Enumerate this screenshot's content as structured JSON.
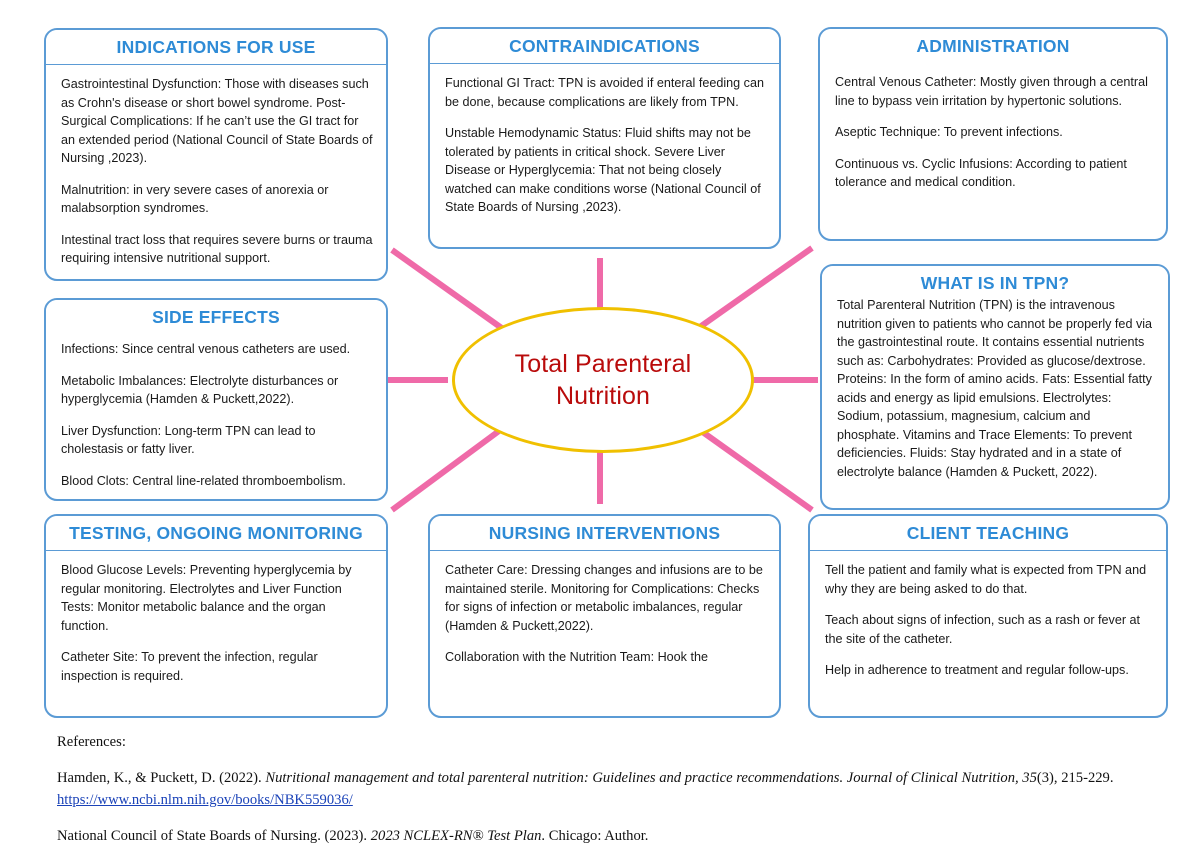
{
  "center": {
    "label": "Total Parenteral Nutrition",
    "border_color": "#f0c000",
    "text_color": "#b90b0b"
  },
  "theme": {
    "box_border_color": "#5b9bd5",
    "box_title_color": "#2e8bd6",
    "connector_color": "#ef6aa8"
  },
  "boxes": {
    "indications": {
      "title": "INDICATIONS FOR USE",
      "paragraphs": [
        "Gastrointestinal Dysfunction: Those with diseases such as Crohn's disease or short bowel syndrome. Post-Surgical Complications: If he can’t use the GI tract for an extended period (National Council of State Boards of Nursing ,2023).",
        "Malnutrition: in very severe cases of anorexia or malabsorption syndromes.",
        "Intestinal tract loss that requires severe burns or trauma requiring intensive nutritional support."
      ]
    },
    "contraindications": {
      "title": "CONTRAINDICATIONS",
      "paragraphs": [
        "Functional GI Tract: TPN is avoided if enteral feeding can be done, because complications are likely from TPN.",
        "Unstable Hemodynamic Status: Fluid shifts may not be tolerated by patients in critical shock. Severe Liver Disease or Hyperglycemia: That not being closely watched can make conditions worse (National Council of State Boards of Nursing ,2023)."
      ]
    },
    "administration": {
      "title": "ADMINISTRATION",
      "paragraphs": [
        "Central Venous Catheter: Mostly given through a central line to bypass vein irritation by hypertonic solutions.",
        " Aseptic Technique: To prevent infections.",
        "Continuous vs. Cyclic Infusions: According to patient tolerance and medical condition."
      ]
    },
    "what_is_in_tpn": {
      "title": "WHAT IS IN TPN?",
      "paragraphs": [
        "Total Parenteral Nutrition (TPN) is the intravenous nutrition given to patients who cannot be properly fed via the gastrointestinal route. It contains essential nutrients such as: Carbohydrates: Provided as glucose/dextrose. Proteins: In the form of amino acids. Fats: Essential fatty acids and energy as lipid emulsions. Electrolytes: Sodium, potassium, magnesium, calcium and phosphate. Vitamins and Trace Elements: To prevent deficiencies. Fluids: Stay hydrated and in a state of electrolyte balance (Hamden & Puckett, 2022)."
      ]
    },
    "side_effects": {
      "title": "SIDE EFFECTS",
      "paragraphs": [
        "Infections: Since central venous catheters are used.",
        "Metabolic Imbalances: Electrolyte disturbances or hyperglycemia (Hamden & Puckett,2022).",
        "Liver Dysfunction: Long-term TPN can lead to cholestasis or fatty liver.",
        "Blood Clots: Central line-related thromboembolism."
      ]
    },
    "testing": {
      "title": "TESTING, ONGOING MONITORING",
      "paragraphs": [
        "Blood Glucose Levels: Preventing hyperglycemia by regular monitoring. Electrolytes and Liver Function Tests: Monitor metabolic balance and the organ function.",
        "Catheter Site: To prevent the infection, regular inspection is required."
      ]
    },
    "nursing": {
      "title": "NURSING INTERVENTIONS",
      "paragraphs": [
        "Catheter Care: Dressing changes and infusions are to be maintained sterile. Monitoring for Complications: Checks for signs of infection or metabolic imbalances, regular (Hamden & Puckett,2022).",
        "Collaboration with the Nutrition Team: Hook the"
      ]
    },
    "client_teaching": {
      "title": "CLIENT TEACHING",
      "paragraphs": [
        "Tell the patient and family what is expected from TPN and why they are being asked to do that.",
        "Teach about signs of infection, such as a rash or fever at the site of the catheter.",
        "Help in adherence to treatment and regular follow-ups."
      ]
    }
  },
  "references": {
    "heading": "References:",
    "entry1": {
      "authors_year": "Hamden, K., & Puckett, D. (2022). ",
      "title_italic": "Nutritional management and total parenteral nutrition: Guidelines and practice recommendations",
      "journal_italic": ". Journal of Clinical Nutrition, 35",
      "issue": "(3), 215-229. ",
      "link": "https://www.ncbi.nlm.nih.gov/books/NBK559036/"
    },
    "entry2": {
      "authors_year": "National Council of State Boards of Nursing. (2023). ",
      "title_italic": "2023 NCLEX-RN® Test Plan",
      "tail": ". Chicago: Author."
    }
  }
}
